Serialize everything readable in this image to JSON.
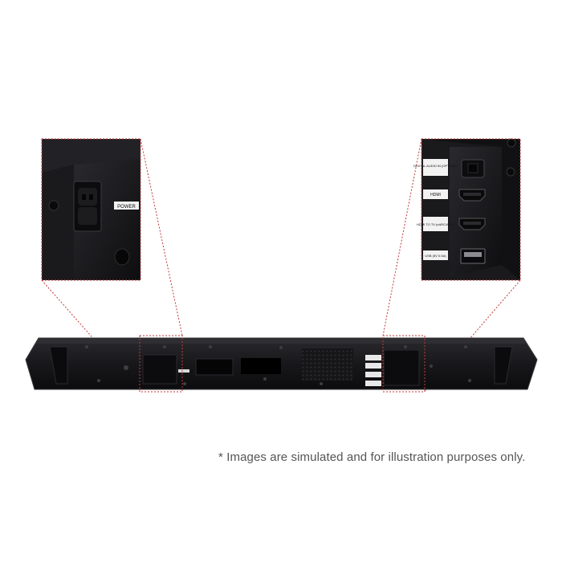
{
  "image": {
    "subject": "soundbar-rear-panel",
    "colors": {
      "background": "#ffffff",
      "device": "#141416",
      "device_edge": "#2c2c30",
      "callout_line": "#c23a3a",
      "label_bg": "#f2f2f2"
    }
  },
  "left_callout": {
    "power_label": "POWER"
  },
  "right_callout": {
    "port_labels": [
      "DIGITAL AUDIO IN (OPTICAL)",
      "HDMI",
      "HDMI TO TV (eARC/ARC)",
      "USB (5V 0.5A)"
    ]
  },
  "disclaimer": "* Images are simulated and for illustration purposes only."
}
